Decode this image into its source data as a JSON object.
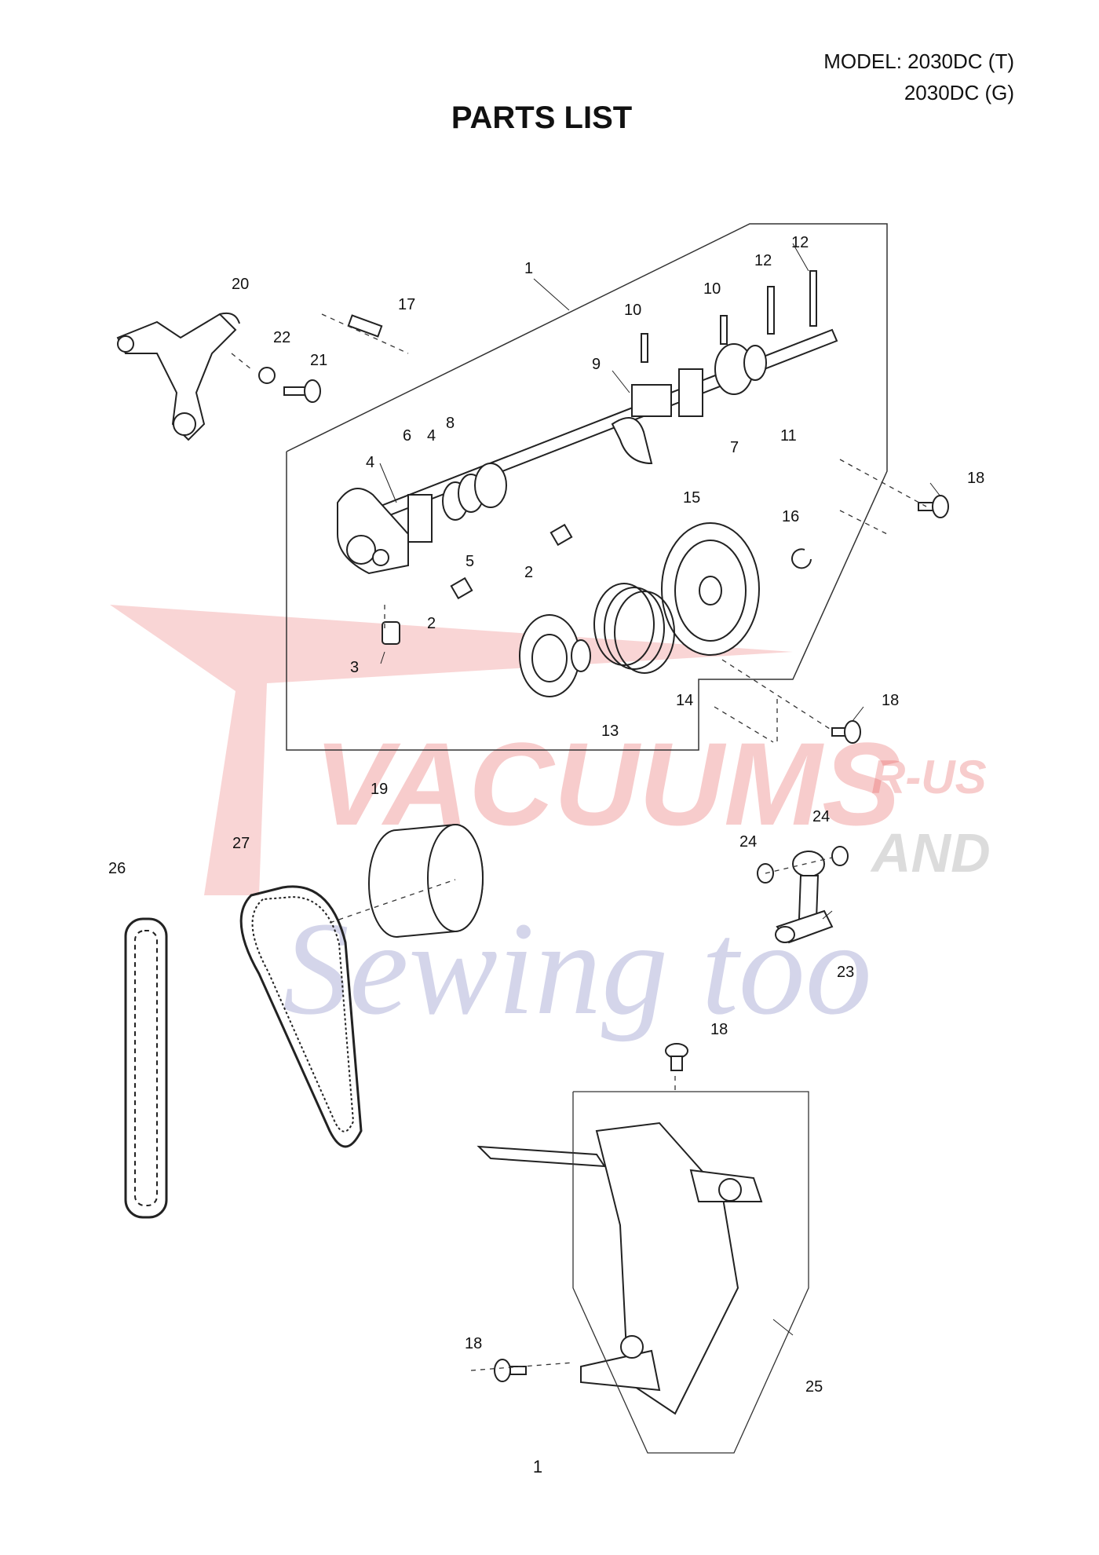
{
  "header": {
    "model_line1": "MODEL: 2030DC (T)",
    "model_line2": "2030DC (G)",
    "title": "PARTS LIST"
  },
  "footer": {
    "page_number": "1"
  },
  "watermark": {
    "text_main": "VACUUMS",
    "text_rus": "R-US",
    "text_and": "AND",
    "text_script": "Sewing too",
    "colors": {
      "red": "#e23a3a",
      "gray": "#8a8a8a",
      "blue": "#5a5fb0"
    }
  },
  "callouts": {
    "c1": "1",
    "c2a": "2",
    "c2b": "2",
    "c3": "3",
    "c4a": "4",
    "c4b": "4",
    "c5": "5",
    "c6": "6",
    "c7": "7",
    "c8": "8",
    "c9": "9",
    "c10a": "10",
    "c10b": "10",
    "c11": "11",
    "c12a": "12",
    "c12b": "12",
    "c13": "13",
    "c14": "14",
    "c15": "15",
    "c16": "16",
    "c17": "17",
    "c18a": "18",
    "c18b": "18",
    "c18c": "18",
    "c18d": "18",
    "c19": "19",
    "c20": "20",
    "c21": "21",
    "c22": "22",
    "c23": "23",
    "c24a": "24",
    "c24b": "24",
    "c25": "25",
    "c26": "26",
    "c27": "27"
  }
}
